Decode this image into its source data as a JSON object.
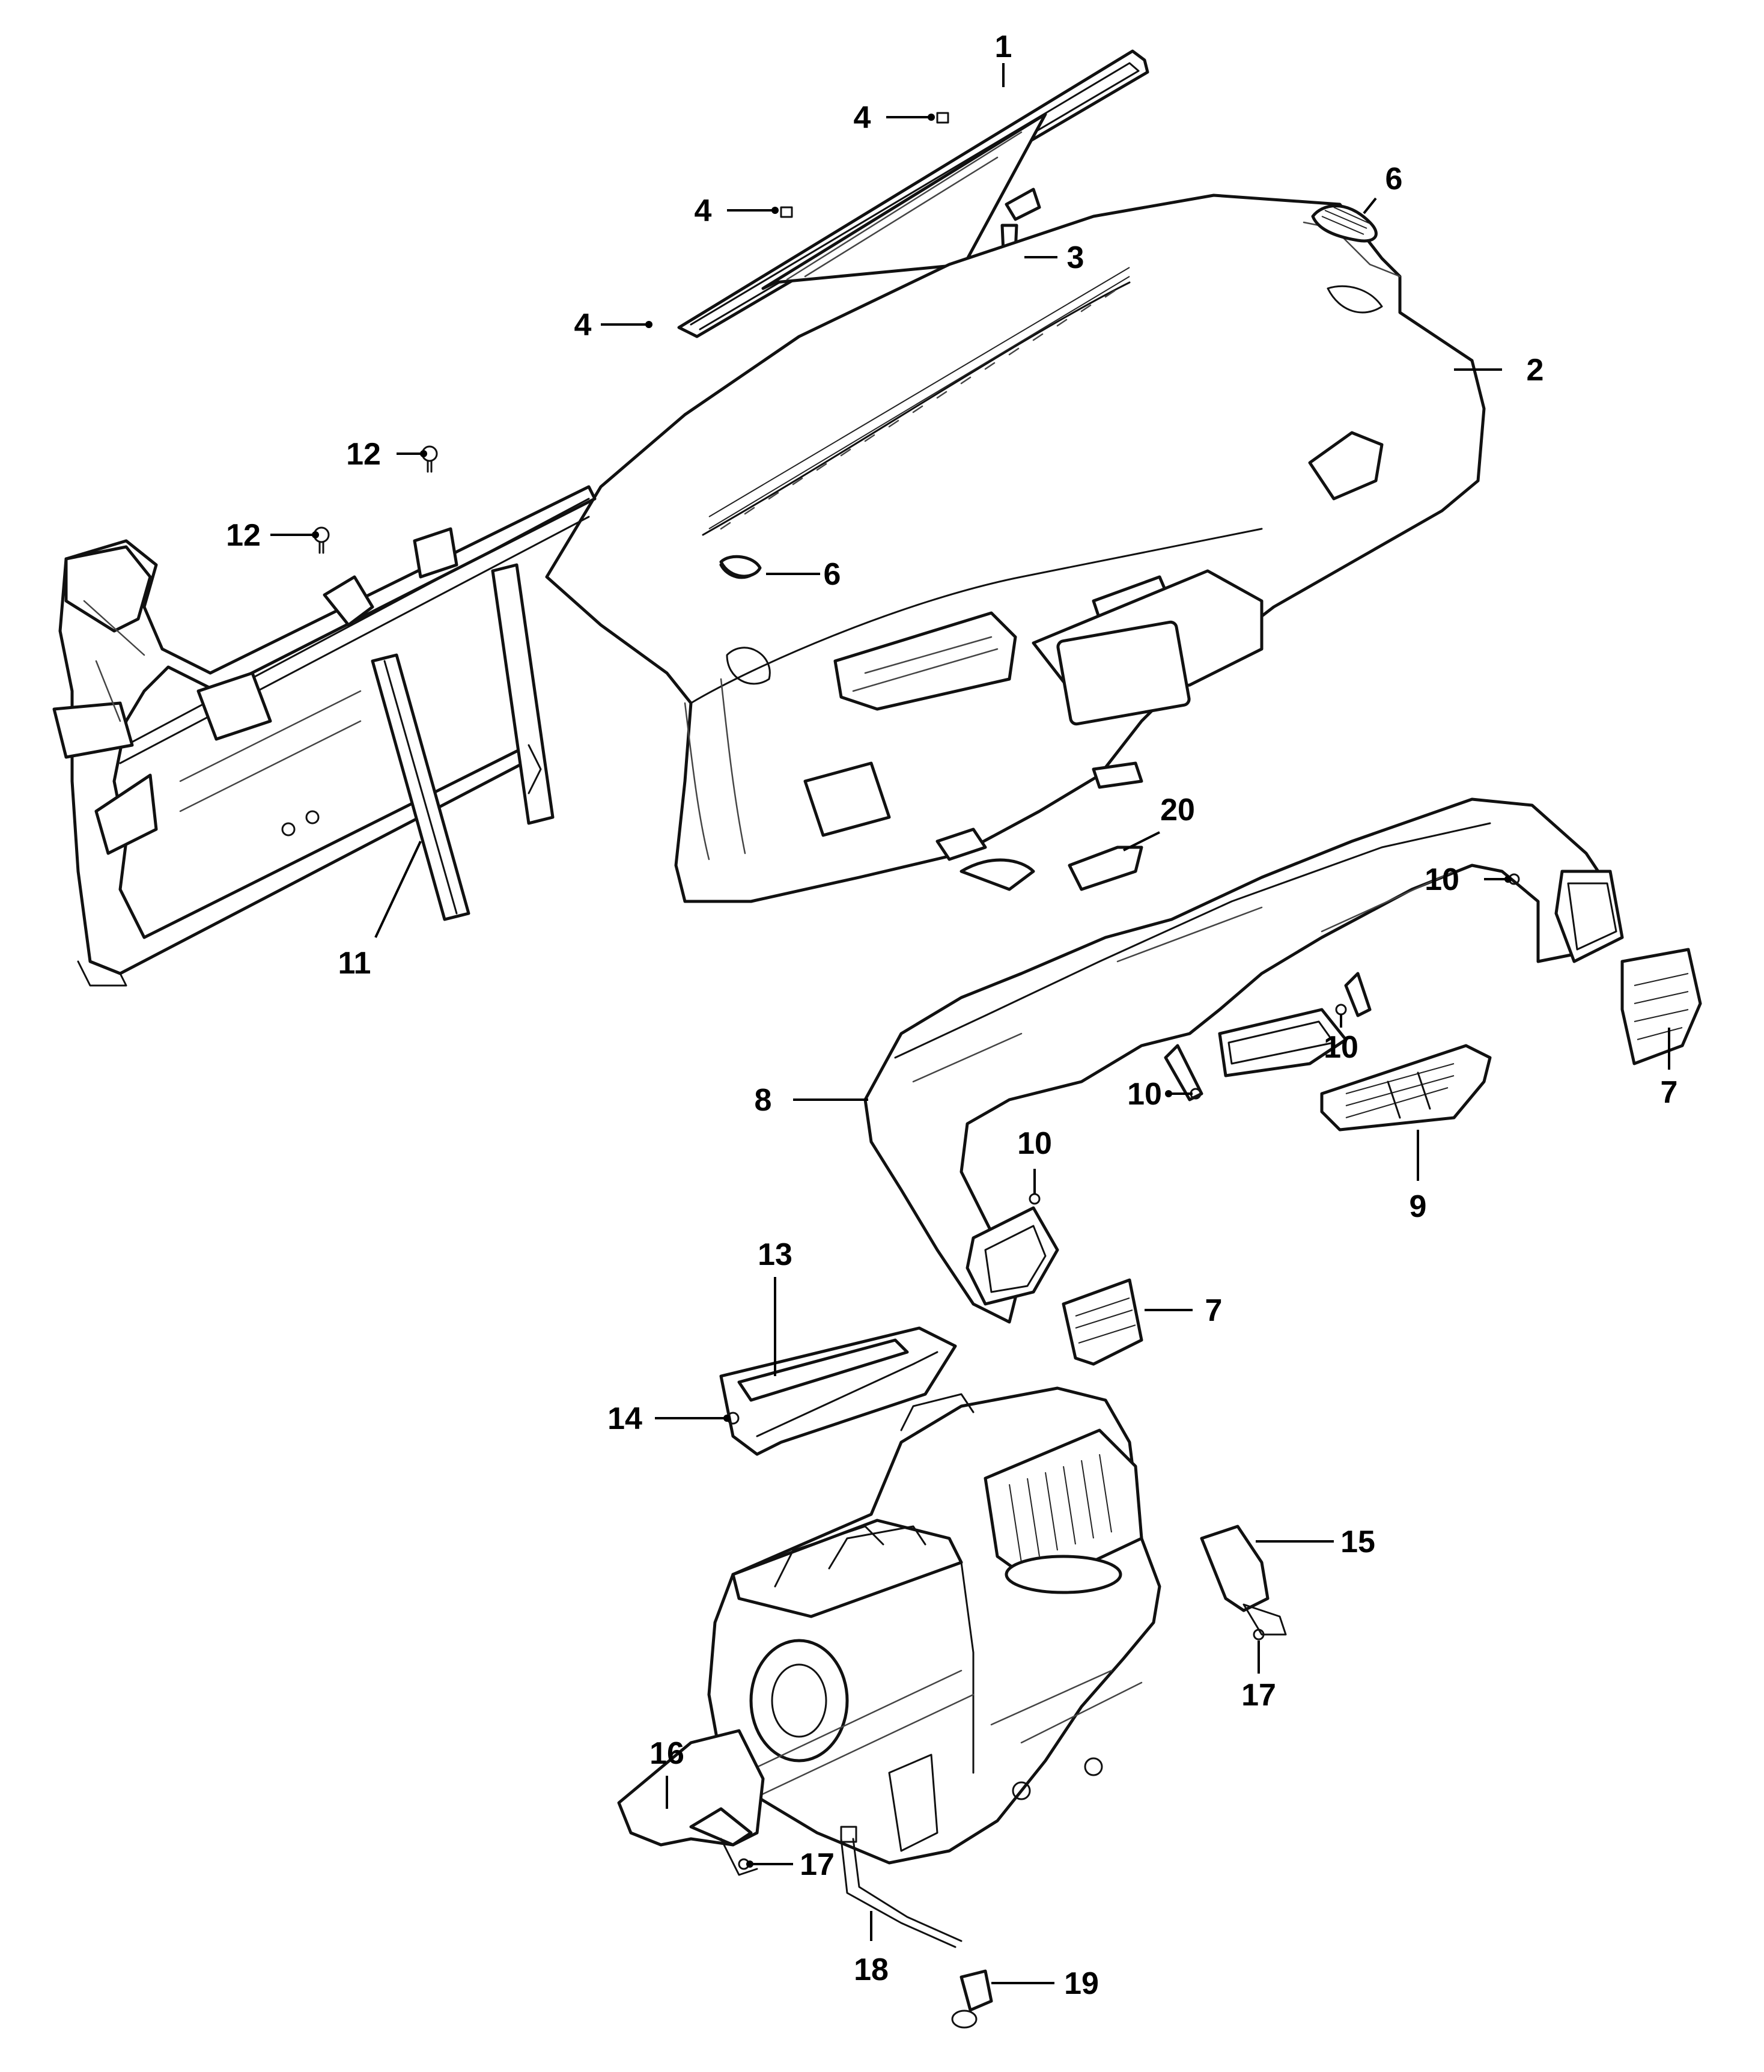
{
  "colors": {
    "line": "#111111",
    "background": "#ffffff",
    "label": "#000000"
  },
  "callouts": [
    {
      "id": "c1",
      "text": "1"
    },
    {
      "id": "c2",
      "text": "2"
    },
    {
      "id": "c3",
      "text": "3"
    },
    {
      "id": "c4a",
      "text": "4"
    },
    {
      "id": "c4b",
      "text": "4"
    },
    {
      "id": "c4c",
      "text": "4"
    },
    {
      "id": "c6a",
      "text": "6"
    },
    {
      "id": "c6b",
      "text": "6"
    },
    {
      "id": "c7a",
      "text": "7"
    },
    {
      "id": "c7b",
      "text": "7"
    },
    {
      "id": "c8",
      "text": "8"
    },
    {
      "id": "c9",
      "text": "9"
    },
    {
      "id": "c10a",
      "text": "10"
    },
    {
      "id": "c10b",
      "text": "10"
    },
    {
      "id": "c10c",
      "text": "10"
    },
    {
      "id": "c10d",
      "text": "10"
    },
    {
      "id": "c11",
      "text": "11"
    },
    {
      "id": "c12a",
      "text": "12"
    },
    {
      "id": "c12b",
      "text": "12"
    },
    {
      "id": "c13",
      "text": "13"
    },
    {
      "id": "c14",
      "text": "14"
    },
    {
      "id": "c15",
      "text": "15"
    },
    {
      "id": "c16",
      "text": "16"
    },
    {
      "id": "c17a",
      "text": "17"
    },
    {
      "id": "c17b",
      "text": "17"
    },
    {
      "id": "c18",
      "text": "18"
    },
    {
      "id": "c19",
      "text": "19"
    },
    {
      "id": "c20",
      "text": "20"
    }
  ]
}
